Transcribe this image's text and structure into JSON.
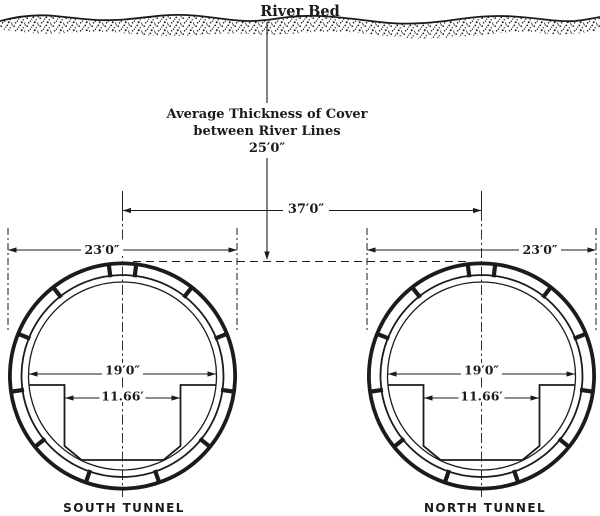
{
  "figure": {
    "paper_color": "#ffffff",
    "ink_color": "#1b1b1b",
    "river_bed": {
      "label": "River Bed"
    },
    "cover_annotation": {
      "line1": "Average Thickness of Cover",
      "line2": "between River Lines",
      "value": "25′0″"
    },
    "tunnel_spacing": {
      "value": "37′0″"
    },
    "south_tunnel": {
      "name": "SOUTH TUNNEL",
      "outer_diameter": "23′0″",
      "inner_width": "19′0″",
      "bench_width": "11.66′"
    },
    "north_tunnel": {
      "name": "NORTH TUNNEL",
      "outer_diameter": "23′0″",
      "inner_width": "19′0″",
      "bench_width": "11.66′"
    }
  }
}
